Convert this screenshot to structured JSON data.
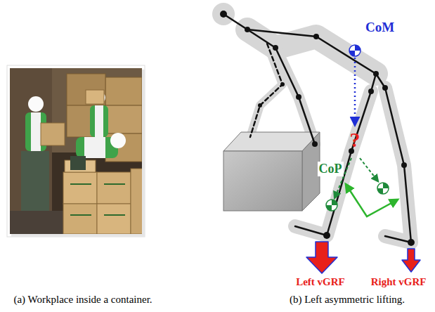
{
  "diagram": {
    "labels": [
      "CoM",
      "CoP",
      "?",
      "Left vGRF",
      "Right vGRF",
      "(a) Workplace inside a container.",
      "(b) Left asymmetric lifting."
    ]
  }
}
